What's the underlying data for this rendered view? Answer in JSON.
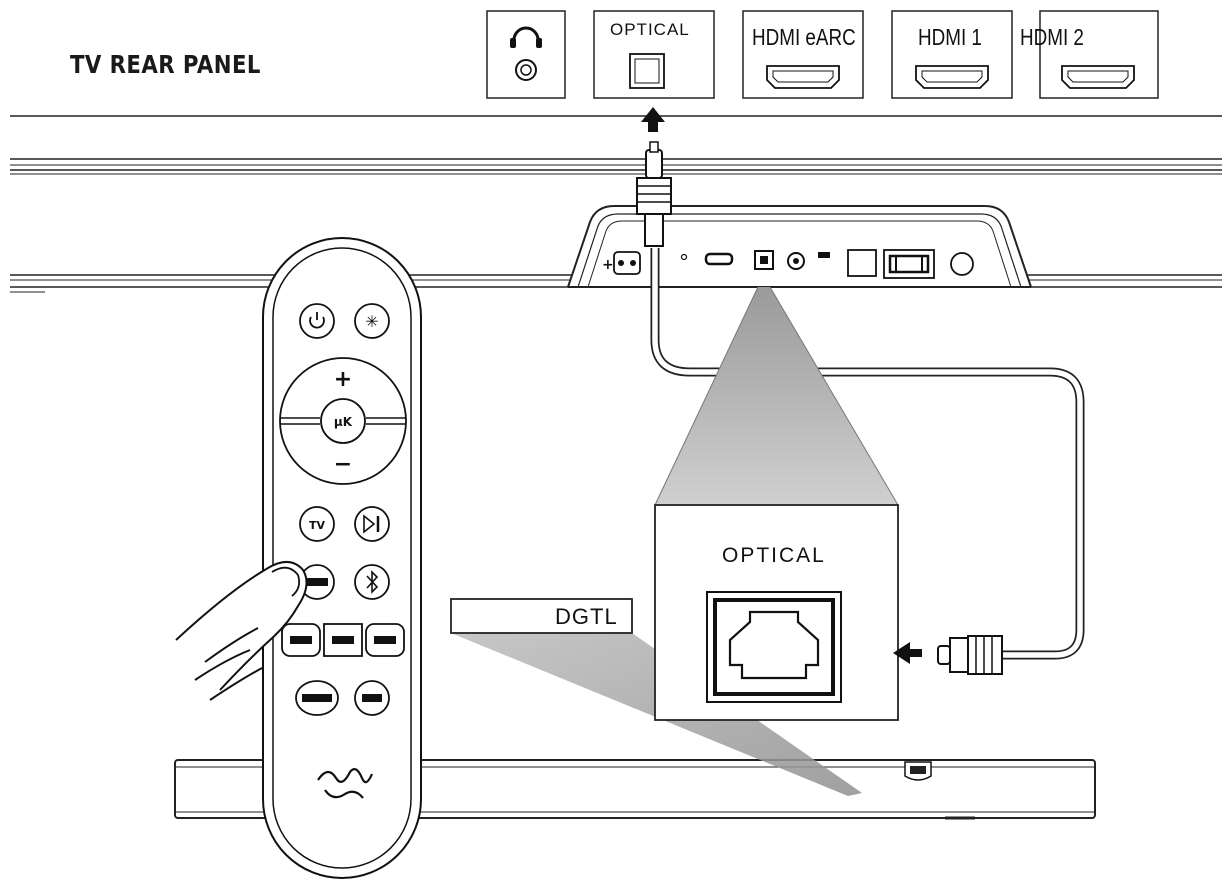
{
  "panel_title": "TV REAR PANEL",
  "ports": {
    "optical": "OPTICAL",
    "hdmi_earc": "HDMI eARC",
    "hdmi1": "HDMI 1",
    "hdmi2": "HDMI 2"
  },
  "zoom_label": "OPTICAL",
  "display_text": "DGTL",
  "remote": {
    "volume_up": "+",
    "volume_down": "−",
    "mute": "µK"
  }
}
